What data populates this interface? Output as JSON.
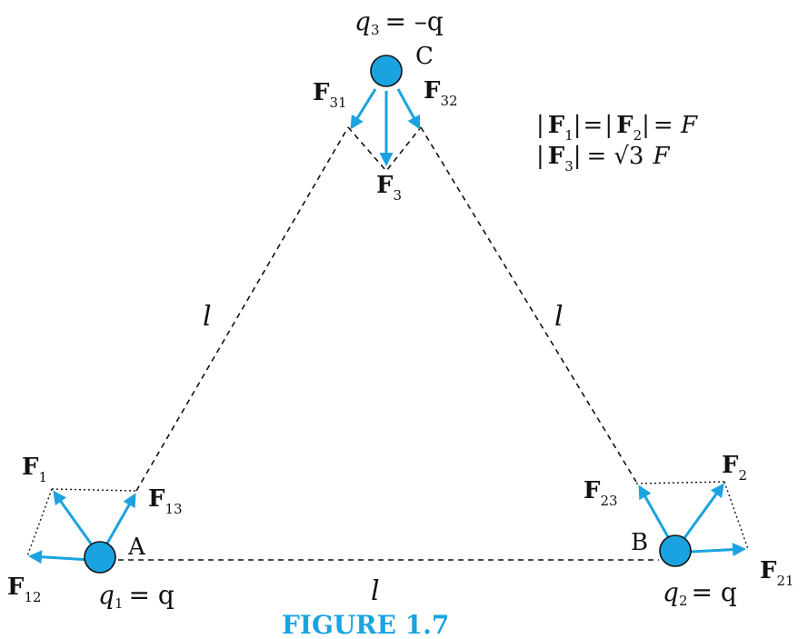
{
  "colors": {
    "charge_fill": "#1aa3e0",
    "arrow": "#1aa3e0",
    "caption": "#1aa3e0",
    "lines": "#111111"
  },
  "caption": "FIGURE 1.7",
  "side_label": "l",
  "vertices": {
    "A": {
      "name": "A",
      "charge": {
        "var": "q",
        "sub": "1",
        "rhs": "= q"
      }
    },
    "B": {
      "name": "B",
      "charge": {
        "var": "q",
        "sub": "2",
        "rhs": "= q"
      }
    },
    "C": {
      "name": "C",
      "charge": {
        "var": "q",
        "sub": "3",
        "rhs": "= –q"
      }
    }
  },
  "forces": {
    "F": "F",
    "F1": "1",
    "F12": "12",
    "F13": "13",
    "F2": "2",
    "F21": "21",
    "F23": "23",
    "F3": "3",
    "F31": "31",
    "F32": "32"
  },
  "relations": {
    "line1": {
      "bar": "|",
      "F": "F",
      "s1": "1",
      "s2": "2",
      "eq": "=",
      "rhs": "= F"
    },
    "line2": {
      "F": "F",
      "s3": "3",
      "eq": "=",
      "root": "√3",
      "rhs": "F"
    }
  }
}
